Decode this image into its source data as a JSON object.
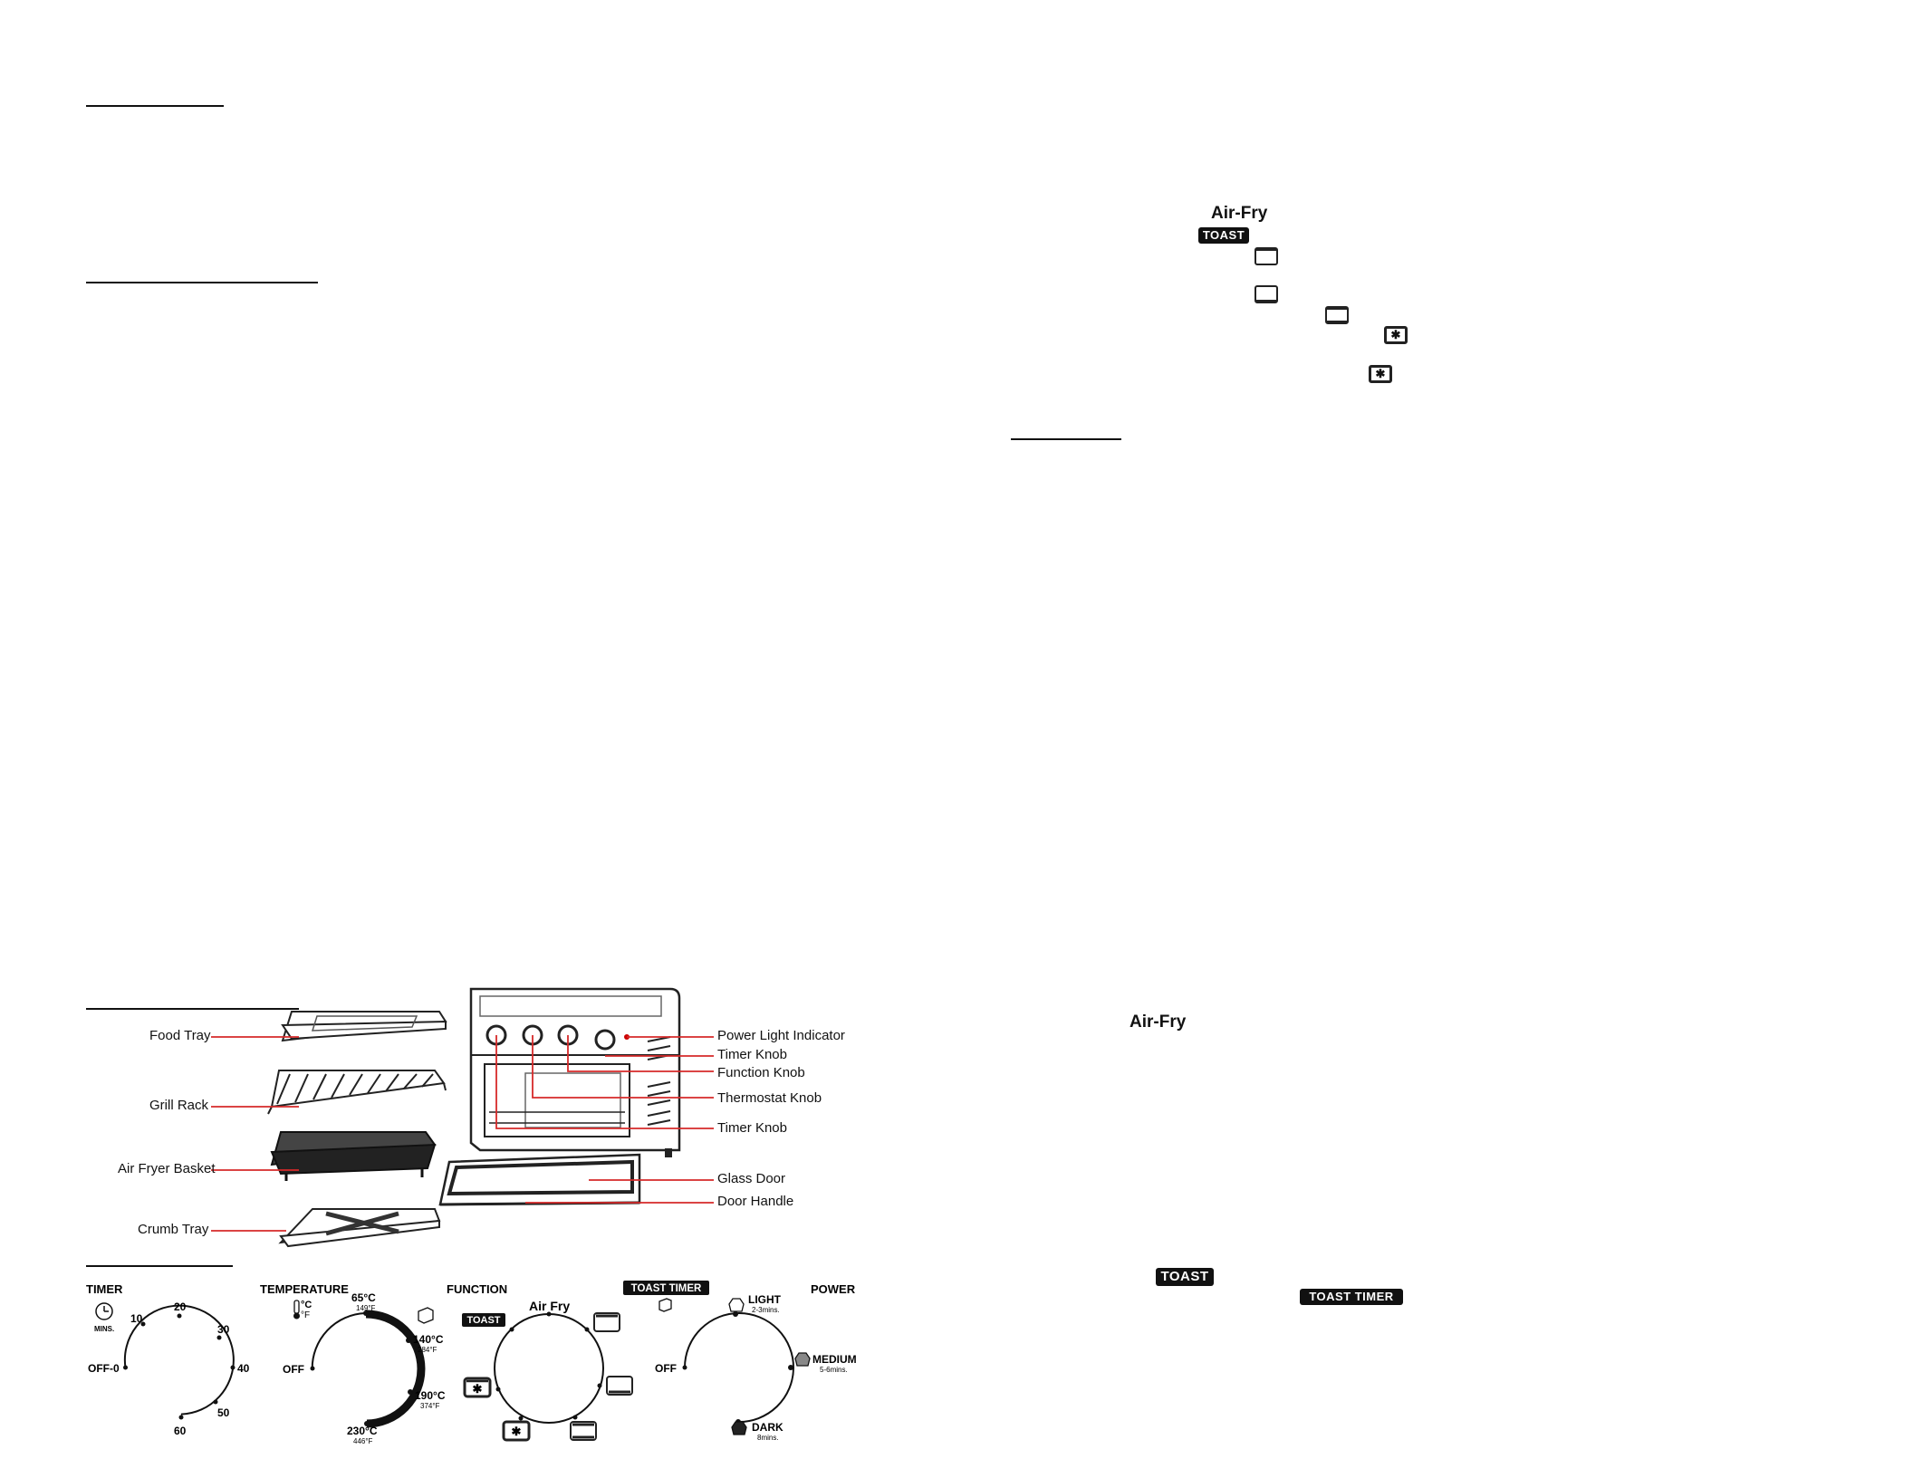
{
  "right_column": {
    "airfry_label": "Air-Fry",
    "toast_badge": "TOAST",
    "airfry_label_2": "Air-Fry",
    "toast_badge_2": "TOAST",
    "toast_timer_badge": "TOAST TIMER"
  },
  "parts": {
    "food_tray": "Food Tray",
    "grill_rack": "Grill Rack",
    "air_fryer_basket": "Air Fryer Basket",
    "crumb_tray": "Crumb Tray",
    "power_light": "Power Light Indicator",
    "timer_knob_top": "Timer Knob",
    "function_knob": "Function Knob",
    "thermostat_knob": "Thermostat Knob",
    "timer_knob_bottom": "Timer Knob",
    "glass_door": "Glass Door",
    "door_handle": "Door Handle"
  },
  "dials": {
    "timer": {
      "title": "TIMER",
      "unit": "MINS.",
      "marks": [
        "OFF-0",
        "10",
        "20",
        "30",
        "40",
        "50",
        "60"
      ]
    },
    "temperature": {
      "title": "TEMPERATURE",
      "unit_c": "°C",
      "unit_f": "°F",
      "off": "OFF",
      "t65": "65°C",
      "t65f": "149°F",
      "t140": "140°C",
      "t140f": "284°F",
      "t190": "190°C",
      "t190f": "374°F",
      "t230": "230°C",
      "t230f": "446°F"
    },
    "function": {
      "title": "FUNCTION",
      "toast_timer": "TOAST TIMER",
      "toast": "TOAST",
      "airfry": "Air Fry"
    },
    "power": {
      "title": "POWER",
      "off": "OFF",
      "light": "LIGHT",
      "light_time": "2-3mins.",
      "medium": "MEDIUM",
      "medium_time": "5-6mins.",
      "dark": "DARK",
      "dark_time": "8mins."
    }
  }
}
